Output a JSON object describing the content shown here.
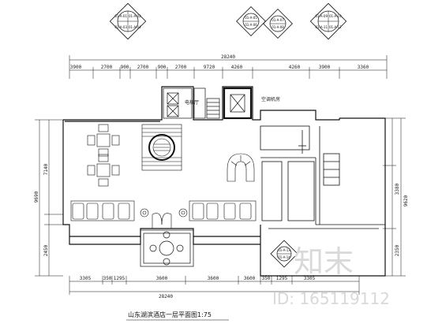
{
  "plan": {
    "title": "山东湖滨酒店一层平面图1:75",
    "overall_width": "28240",
    "top_dims": [
      "3900",
      "2700",
      "900",
      "2700",
      "900",
      "2700",
      "4260",
      "3900"
    ],
    "top_dims_inner": [
      "9720",
      "4260",
      "3360"
    ],
    "bottom_overall": "28240",
    "bottom_dims": [
      "3305",
      "350",
      "1295",
      "3600",
      "3600",
      "3600",
      "350",
      "1295",
      "3305"
    ],
    "left_dims": [
      "7140",
      "2450",
      "9690"
    ],
    "right_dims": [
      "3380",
      "9620",
      "2350"
    ],
    "room_labels": [
      "电梯厅",
      "空调机房"
    ],
    "index_tags": [
      [
        "01-A-01",
        "01-A-02",
        "01-A-03",
        "01-A-04"
      ],
      [
        "01-A-05",
        "01-A-06"
      ],
      [
        "01-A-07",
        "01-A-08"
      ],
      [
        "01-A-09",
        "01-A-10",
        "01-A-11",
        "01-A-12"
      ],
      [
        "01-A-13",
        "01-A-14"
      ]
    ]
  },
  "watermark": {
    "logo_text": "知末",
    "id_text": "ID: 165119112"
  }
}
